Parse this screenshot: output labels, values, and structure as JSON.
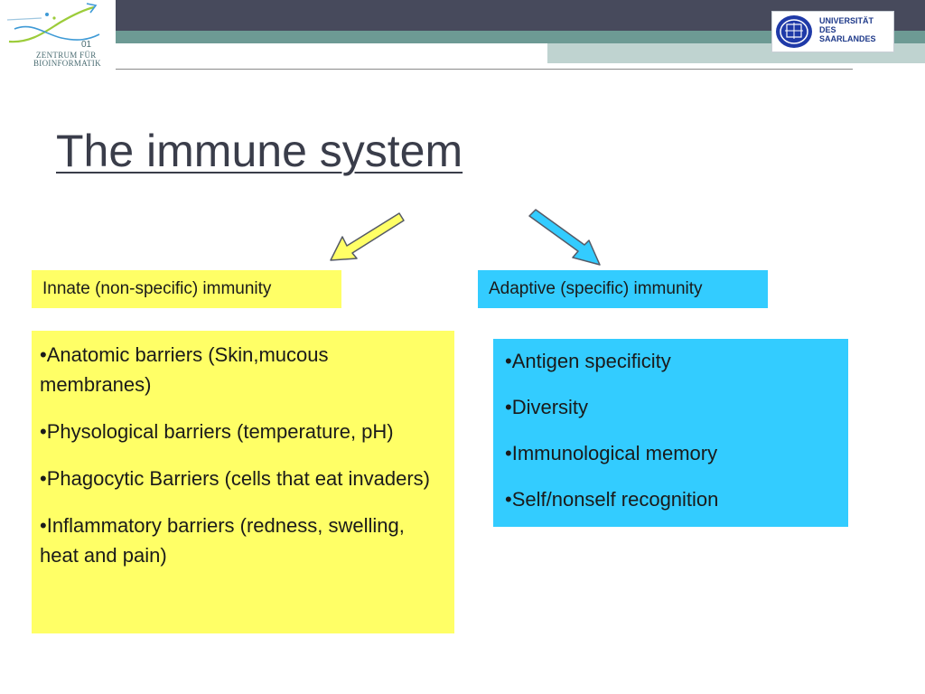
{
  "header": {
    "left_logo": {
      "icon": "zentrum-bioinformatik-logo-icon",
      "line1": "ZENTRUM FÜR",
      "line2": "BIOINFORMATIK",
      "glyph_text": "01",
      "colors": {
        "green": "#9ccc3a",
        "blue": "#3e9ad6",
        "text": "#4a6c72"
      }
    },
    "right_logo": {
      "icon": "university-seal-icon",
      "line1": "UNIVERSITÄT",
      "line2": "DES",
      "line3": "SAARLANDES",
      "colors": {
        "seal": "#1f3aa8",
        "text": "#1f3a8a"
      }
    },
    "colors": {
      "dark": "#474a5c",
      "teal": "#6d9a94",
      "pale": "#bfd3d0"
    }
  },
  "slide": {
    "title": "The immune system",
    "innate": {
      "label": "Innate (non-specific) immunity",
      "color": "#ffff66",
      "arrow_icon": "arrow-down-left-icon",
      "items": [
        "•Anatomic barriers (Skin,mucous membranes)",
        "•Physological barriers (temperature, pH)",
        "•Phagocytic Barriers (cells that eat invaders)",
        "•Inflammatory barriers (redness, swelling, heat and pain)"
      ]
    },
    "adaptive": {
      "label": "Adaptive (specific) immunity",
      "color": "#33ccff",
      "arrow_icon": "arrow-down-right-icon",
      "items": [
        "•Antigen specificity",
        "•Diversity",
        "•Immunological memory",
        "•Self/nonself recognition"
      ]
    }
  }
}
